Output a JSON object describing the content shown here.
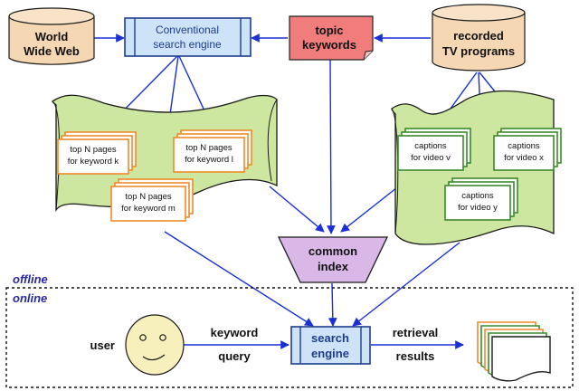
{
  "nodes": {
    "www": {
      "line1": "World",
      "line2": "Wide Web"
    },
    "conventional_engine": {
      "line1": "Conventional",
      "line2": "search engine"
    },
    "topic_keywords": {
      "line1": "topic",
      "line2": "keywords"
    },
    "recorded_tv": {
      "line1": "recorded",
      "line2": "TV programs"
    },
    "common_index": {
      "line1": "common",
      "line2": "index"
    },
    "search_engine": {
      "line1": "search",
      "line2": "engine"
    },
    "user": {
      "label": "user"
    }
  },
  "pages": {
    "k": {
      "line1": "top N pages",
      "line2": "for keyword k"
    },
    "l": {
      "line1": "top N pages",
      "line2": "for keyword l"
    },
    "m": {
      "line1": "top N pages",
      "line2": "for keyword m"
    }
  },
  "captions": {
    "v": {
      "line1": "captions",
      "line2": "for video v"
    },
    "x": {
      "line1": "captions",
      "line2": "for video x"
    },
    "y": {
      "line1": "captions",
      "line2": "for video y"
    }
  },
  "edges": {
    "keyword_query": {
      "line1": "keyword",
      "line2": "query"
    },
    "retrieval_results": {
      "line1": "retrieval",
      "line2": "results"
    }
  },
  "regions": {
    "offline": "offline",
    "online": "online"
  },
  "colors": {
    "cylinder": "#f6d7b4",
    "engine_box": "#cfe3f8",
    "engine_border": "#1e3c8c",
    "keywords_note": "#f07c7c",
    "scroll_green": "#cde6a0",
    "page_orange": "#f08a2a",
    "caption_green": "#3a8a2a",
    "index": "#d9b8e8",
    "arrow": "#1a2fd6",
    "face": "#f8f0bc",
    "region_label": "#2a2aa0"
  }
}
